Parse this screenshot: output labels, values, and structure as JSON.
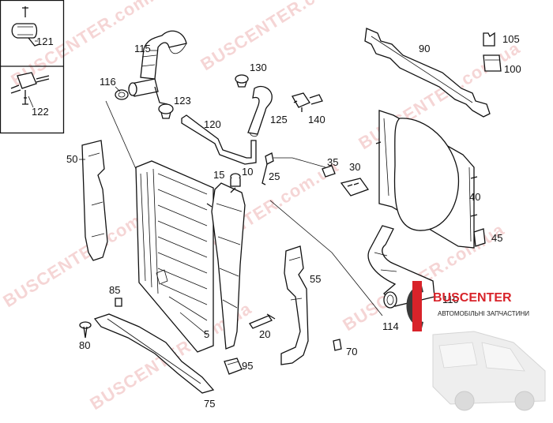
{
  "callouts": {
    "c121": "121",
    "c122": "122",
    "c115": "115",
    "c116": "116",
    "c123": "123",
    "c130": "130",
    "c120": "120",
    "c125": "125",
    "c140": "140",
    "c90": "90",
    "c105": "105",
    "c100": "100",
    "c50": "50",
    "c15": "15",
    "c10": "10",
    "c25": "25",
    "c35": "35",
    "c30": "30",
    "c40": "40",
    "c45": "45",
    "c55": "55",
    "c85": "85",
    "c80": "80",
    "c5": "5",
    "c20": "20",
    "c70": "70",
    "c95": "95",
    "c75": "75",
    "c110": "110",
    "c114": "114"
  },
  "watermark": {
    "text": "BUSCENTER.com.ua"
  },
  "logo": {
    "brand": "BUSCENTER",
    "tagline": "АВТОМОБІЛЬНІ ЗАПЧАСТИНИ",
    "brand_color": "#d8232a",
    "text_color": "#1a1a1a"
  }
}
